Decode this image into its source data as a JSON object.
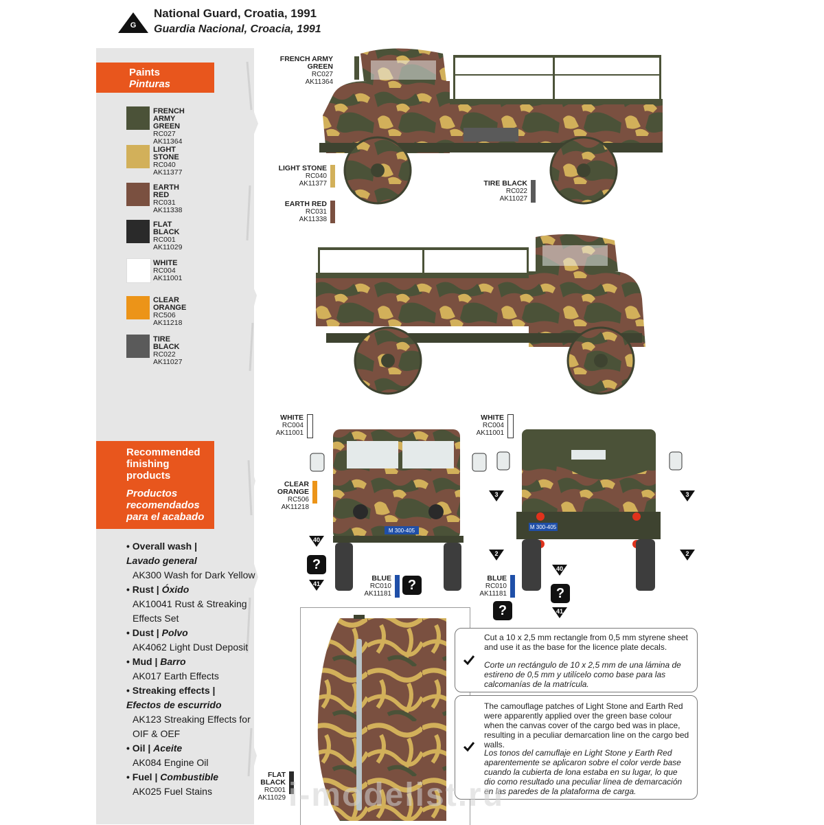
{
  "header": {
    "letter": "G",
    "title": "National Guard, Croatia, 1991",
    "subtitle": "Guardia Nacional, Croacia, 1991"
  },
  "paints": {
    "title": "Paints",
    "title_es": "Pinturas",
    "items": [
      {
        "name": "FRENCH ARMY GREEN",
        "code1": "RC027",
        "code2": "AK11364",
        "color": "#4b5238"
      },
      {
        "name": "LIGHT STONE",
        "code1": "RC040",
        "code2": "AK11377",
        "color": "#d2b05a"
      },
      {
        "name": "EARTH RED",
        "code1": "RC031",
        "code2": "AK11338",
        "color": "#7a5040"
      },
      {
        "name": "FLAT BLACK",
        "code1": "RC001",
        "code2": "AK11029",
        "color": "#2a2a2a"
      },
      {
        "name": "WHITE",
        "code1": "RC004",
        "code2": "AK11001",
        "color": "#ffffff"
      },
      {
        "name": "CLEAR ORANGE",
        "code1": "RC506",
        "code2": "AK11218",
        "color": "#ec9418"
      },
      {
        "name": "TIRE BLACK",
        "code1": "RC022",
        "code2": "AK11027",
        "color": "#5a5a5a"
      }
    ]
  },
  "finishing": {
    "title_l1": "Recommended",
    "title_l2": "finishing",
    "title_l3": "products",
    "title_es_l1": "Productos",
    "title_es_l2": "recomendados",
    "title_es_l3": "para el acabado",
    "items": [
      {
        "name": "Overall wash |",
        "name_es": "Lavado general",
        "product": "AK300 Wash for Dark Yellow"
      },
      {
        "name": "Rust |",
        "name_es": "Óxido",
        "product": "AK10041 Rust & Streaking",
        "product2": "Effects Set"
      },
      {
        "name": "Dust |",
        "name_es": "Polvo",
        "product": "AK4062 Light Dust Deposit"
      },
      {
        "name": "Mud |",
        "name_es": "Barro",
        "product": "AK017 Earth Effects"
      },
      {
        "name": "Streaking effects |",
        "name_es": "Efectos de escurrido",
        "product": "AK123 Streaking Effects for",
        "product2": "OIF & OEF"
      },
      {
        "name": "Oil |",
        "name_es": "Aceite",
        "product": "AK084 Engine Oil"
      },
      {
        "name": "Fuel |",
        "name_es": "Combustible",
        "product": "AK025 Fuel Stains"
      }
    ]
  },
  "callouts": {
    "side1_green": {
      "name": "FRENCH ARMY GREEN",
      "code1": "RC027",
      "code2": "AK11364"
    },
    "side1_stone": {
      "name": "LIGHT STONE",
      "code1": "RC040",
      "code2": "AK11377"
    },
    "side1_red": {
      "name": "EARTH RED",
      "code1": "RC031",
      "code2": "AK11338"
    },
    "side1_tire": {
      "name": "TIRE BLACK",
      "code1": "RC022",
      "code2": "AK11027"
    },
    "front_white": {
      "name": "WHITE",
      "code1": "RC004",
      "code2": "AK11001"
    },
    "front_orange": {
      "name": "CLEAR ORANGE",
      "code1": "RC506",
      "code2": "AK11218"
    },
    "front_blue": {
      "name": "BLUE",
      "code1": "RC010",
      "code2": "AK11181"
    },
    "rear_white": {
      "name": "WHITE",
      "code1": "RC004",
      "code2": "AK11001"
    },
    "rear_blue": {
      "name": "BLUE",
      "code1": "RC010",
      "code2": "AK11181"
    },
    "top_black": {
      "name": "FLAT BLACK",
      "code1": "RC001",
      "code2": "AK11029"
    }
  },
  "plates": {
    "front": "M 300-405",
    "rear": "M 300-405"
  },
  "markers": {
    "n40": "40",
    "n41": "41",
    "n3": "3",
    "n2": "2",
    "q": "?"
  },
  "notes": {
    "note1_en": "Cut a 10 x 2,5 mm rectangle from 0,5 mm styrene sheet and use it as the base for the licence plate decals.",
    "note1_es": "Corte un rectángulo de 10 x 2,5 mm de una lámina de estireno de 0,5 mm y utilícelo como base para las calcomanías de la matrícula.",
    "note2_en": "The camouflage patches of Light Stone and Earth Red were apparently applied over the green base colour when the canvas cover of the cargo bed was in place, resulting in a peculiar demarcation line on the cargo bed walls.",
    "note2_es": "Los tonos del camuflaje en Light Stone y Earth Red aparentemente se aplicaron sobre el color verde base cuando la cubierta de lona estaba en su lugar, lo que dio como resultado una peculiar línea de demarcación en las paredes de la plataforma de carga."
  },
  "watermark": "i-modelist.ru"
}
